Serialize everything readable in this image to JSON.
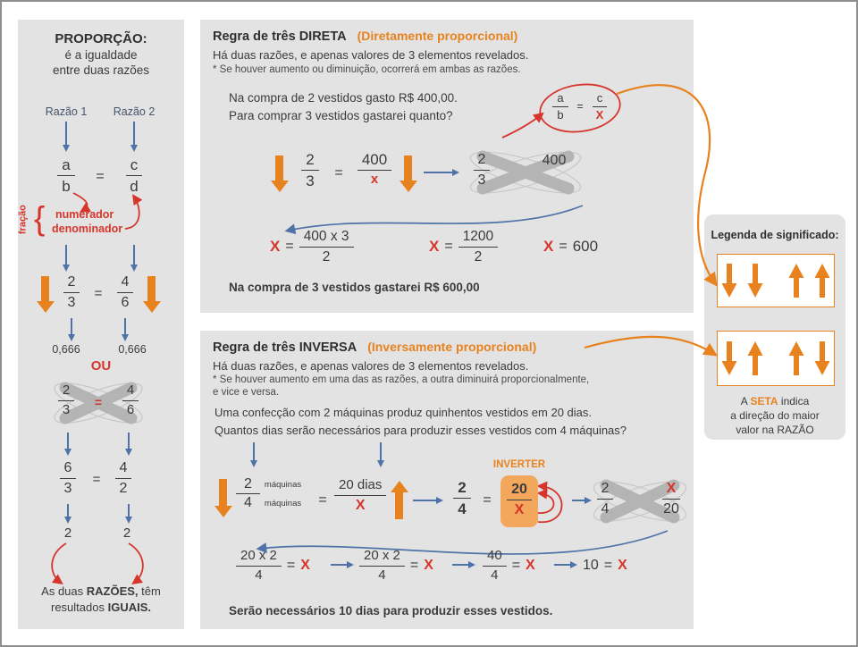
{
  "colors": {
    "orange": "#e8821e",
    "red": "#d6352b",
    "blue": "#4f72a8",
    "panel_gray": "#e3e3e3",
    "band_gray": "#b4b4b4",
    "text_dark": "#3b3b3b"
  },
  "left": {
    "title": "PROPORÇÃO:",
    "sub1": "é a igualdade",
    "sub2": "entre duas razões",
    "razao1": "Razão 1",
    "razao2": "Razão 2",
    "a": "a",
    "b": "b",
    "eq": "=",
    "c": "c",
    "d": "d",
    "fracao": "fração",
    "brace": "{",
    "numerador": "numerador",
    "denominador": "denominador",
    "f1n": "2",
    "f1d": "3",
    "eq2": "=",
    "f2n": "4",
    "f2d": "6",
    "dec1": "0,666",
    "dec2": "0,666",
    "ou": "OU",
    "xf1n": "2",
    "xf1d": "3",
    "xeq": "=",
    "xf2n": "4",
    "xf2d": "6",
    "g1n": "6",
    "g1d": "3",
    "eq3": "=",
    "g2n": "4",
    "g2d": "2",
    "r1": "2",
    "r2": "2",
    "fo1a": "As duas ",
    "fo1b": "RAZÕES,",
    "fo1c": " têm",
    "fo2a": "resultados ",
    "fo2b": "IGUAIS."
  },
  "direta": {
    "title": "Regra de três DIRETA",
    "title2": "(Diretamente proporcional)",
    "l1": "Há duas razões,  e apenas valores de 3 elementos revelados.",
    "l2": "* Se houver aumento ou diminuição, ocorrerá em ambas as razões.",
    "q1": "Na compra de 2 vestidos gasto R$ 400,00.",
    "q2": "Para comprar 3 vestidos gastarei quanto?",
    "fa": "a",
    "fb": "b",
    "feq": "=",
    "fc": "c",
    "fx": "X",
    "e1n": "2",
    "e1d": "3",
    "eeq": "=",
    "e2n": "400",
    "e2d": "x",
    "c1n": "2",
    "c1d": "3",
    "c2": "400",
    "r1x": "X",
    "r1eq": "=",
    "r1n": "400 x 3",
    "r1d": "2",
    "r2x": "X",
    "r2eq": "=",
    "r2n": "1200",
    "r2d": "2",
    "r3x": "X",
    "r3eq": "=",
    "r3v": "600",
    "ans": "Na compra de 3 vestidos gastarei R$ 600,00"
  },
  "legend": {
    "title": "Legenda de  significado:",
    "c1a": "A ",
    "c1b": "SETA",
    "c1c": " indica",
    "c2": "a direção do maior",
    "c3": "valor na RAZÃO"
  },
  "inversa": {
    "title": "Regra de três INVERSA",
    "title2": "(Inversamente proporcional)",
    "l1": "Há duas razões, e apenas valores de 3 elementos revelados.",
    "l2": "* Se houver aumento em uma das as razões, a outra diminuirá proporcionalmente,",
    "l3": "e vice e versa.",
    "q1": "Uma confecção com 2 máquinas produz quinhentos vestidos em 20 dias.",
    "q2": "Quantos dias serão necessários para produzir esses vestidos com 4 máquinas?",
    "e1n": "2",
    "e1nl": "máquinas",
    "e1d": "4",
    "e1dl": "máquinas",
    "eeq": "=",
    "e2n": "20 dias",
    "e2d": "X",
    "bfn": "2",
    "bfd": "4",
    "beq": "=",
    "inverter": "INVERTER",
    "pn": "20",
    "pd": "X",
    "c1n": "2",
    "c1d": "4",
    "c2n": "X",
    "c2d": "20",
    "r1n": "20 x 2",
    "r1d": "4",
    "r1eq": "=",
    "r1x": "X",
    "r2n": "20 x 2",
    "r2d": "4",
    "r2eq": "=",
    "r2x": "X",
    "r3n": "40",
    "r3d": "4",
    "r3eq": "=",
    "r3x": "X",
    "r4v": "10",
    "r4eq": "=",
    "r4x": "X",
    "ans": "Serão necessários 10 dias para produzir esses vestidos."
  }
}
